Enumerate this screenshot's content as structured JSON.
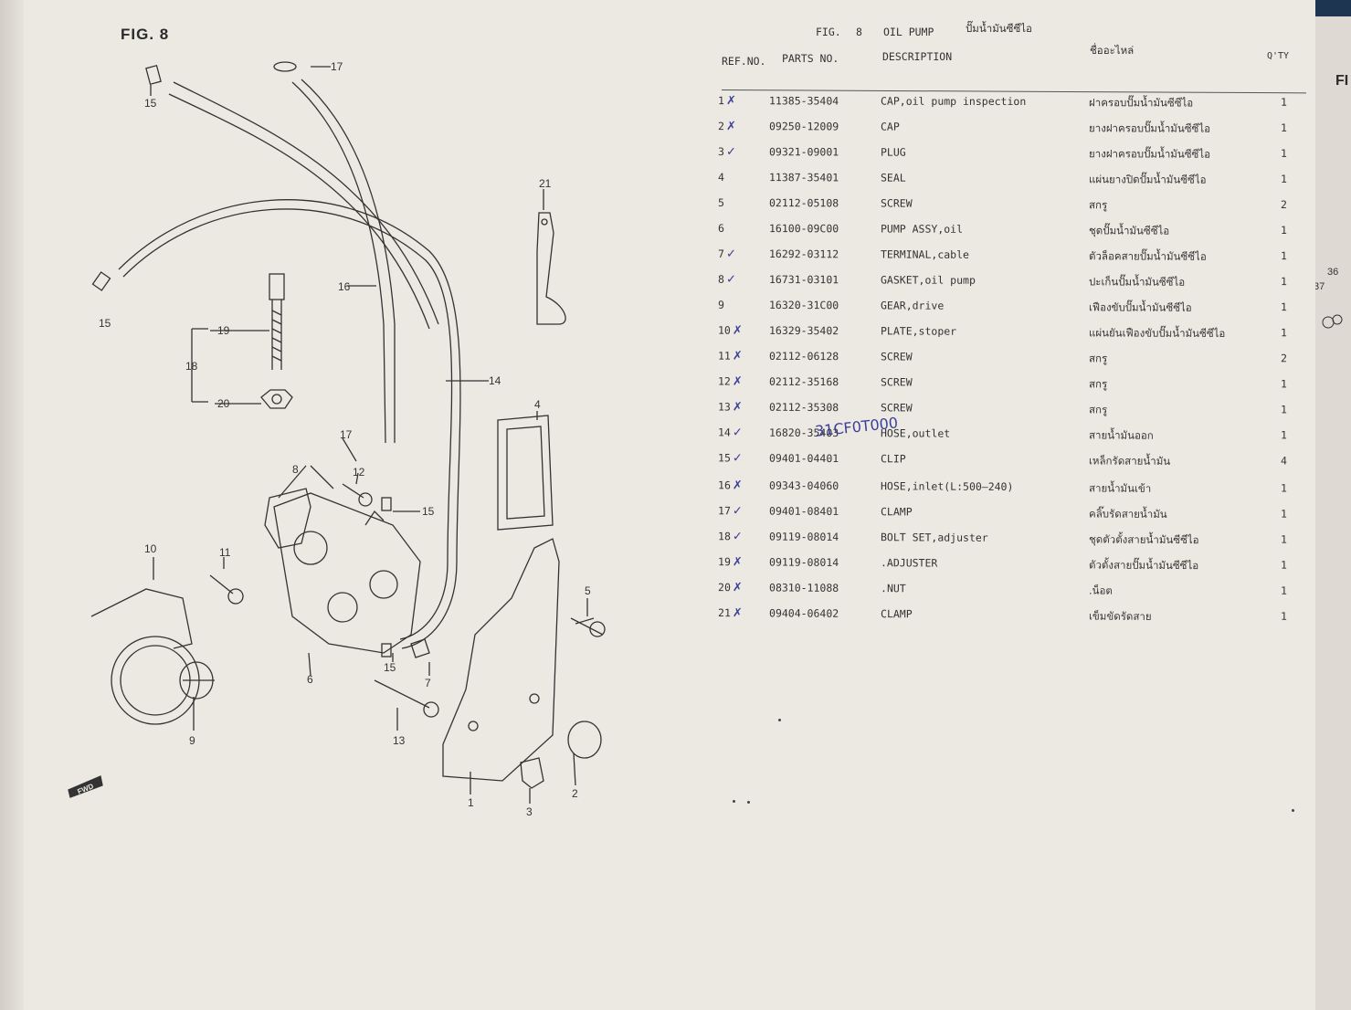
{
  "figure": {
    "label": "FIG. 8"
  },
  "header": {
    "fig": "FIG.",
    "fig_num": "8",
    "title": "OIL PUMP",
    "title_thai": "ปั๊มน้ำมันซีซีไอ",
    "col_ref": "REF.NO.",
    "col_parts": "PARTS NO.",
    "col_desc": "DESCRIPTION",
    "col_thai": "ชื่ออะไหล่",
    "col_qty": "Q'TY"
  },
  "handwritten_note": "31CF0T000",
  "parts": [
    {
      "ref": "1",
      "mark": "✗",
      "part_no": "11385-35404",
      "desc": "CAP,oil pump inspection",
      "thai": "ฝาครอบปั๊มน้ำมันซีซีไอ",
      "qty": "1"
    },
    {
      "ref": "2",
      "mark": "✗",
      "part_no": "09250-12009",
      "desc": "CAP",
      "thai": "ยางฝาครอบปั๊มน้ำมันซีซีไอ",
      "qty": "1"
    },
    {
      "ref": "3",
      "mark": "✓",
      "part_no": "09321-09001",
      "desc": "PLUG",
      "thai": "ยางฝาครอบปั๊มน้ำมันซีซีไอ",
      "qty": "1"
    },
    {
      "ref": "4",
      "mark": "",
      "part_no": "11387-35401",
      "desc": "SEAL",
      "thai": "แผ่นยางปิดปั๊มน้ำมันซีซีไอ",
      "qty": "1"
    },
    {
      "ref": "5",
      "mark": "",
      "part_no": "02112-05108",
      "desc": "SCREW",
      "thai": "สกรู",
      "qty": "2"
    },
    {
      "ref": "6",
      "mark": "",
      "part_no": "16100-09C00",
      "desc": "PUMP ASSY,oil",
      "thai": "ชุดปั๊มน้ำมันซีซีไอ",
      "qty": "1"
    },
    {
      "ref": "7",
      "mark": "✓",
      "part_no": "16292-03112",
      "desc": "TERMINAL,cable",
      "thai": "ตัวล็อคสายปั๊มน้ำมันซีซีไอ",
      "qty": "1"
    },
    {
      "ref": "8",
      "mark": "✓",
      "part_no": "16731-03101",
      "desc": "GASKET,oil pump",
      "thai": "ปะเก็นปั๊มน้ำมันซีซีไอ",
      "qty": "1"
    },
    {
      "ref": "9",
      "mark": "",
      "part_no": "16320-31C00",
      "desc": "GEAR,drive",
      "thai": "เฟืองขับปั๊มน้ำมันซีซีไอ",
      "qty": "1"
    },
    {
      "ref": "10",
      "mark": "✗",
      "part_no": "16329-35402",
      "desc": "PLATE,stoper",
      "thai": "แผ่นยันเฟืองขับปั๊มน้ำมันซีซีไอ",
      "qty": "1"
    },
    {
      "ref": "11",
      "mark": "✗",
      "part_no": "02112-06128",
      "desc": "SCREW",
      "thai": "สกรู",
      "qty": "2"
    },
    {
      "ref": "12",
      "mark": "✗",
      "part_no": "02112-35168",
      "desc": "SCREW",
      "thai": "สกรู",
      "qty": "1"
    },
    {
      "ref": "13",
      "mark": "✗",
      "part_no": "02112-35308",
      "desc": "SCREW",
      "thai": "สกรู",
      "qty": "1"
    },
    {
      "ref": "14",
      "mark": "✓",
      "part_no": "16820-35403",
      "desc": "HOSE,outlet",
      "thai": "สายน้ำมันออก",
      "qty": "1"
    },
    {
      "ref": "15",
      "mark": "✓",
      "part_no": "09401-04401",
      "desc": "CLIP",
      "thai": "เหล็กรัดสายน้ำมัน",
      "qty": "4"
    },
    {
      "ref": "16",
      "mark": "✗",
      "part_no": "09343-04060",
      "desc": "HOSE,inlet(L:500—240)",
      "thai": "สายน้ำมันเข้า",
      "qty": "1"
    },
    {
      "ref": "17",
      "mark": "✓",
      "part_no": "09401-08401",
      "desc": "CLAMP",
      "thai": "คลิ๊บรัดสายน้ำมัน",
      "qty": "1"
    },
    {
      "ref": "18",
      "mark": "✓",
      "part_no": "09119-08014",
      "desc": "BOLT SET,adjuster",
      "thai": "ชุดตัวตั้งสายน้ำมันซีซีไอ",
      "qty": "1"
    },
    {
      "ref": "19",
      "mark": "✗",
      "part_no": "09119-08014",
      "desc": ".ADJUSTER",
      "thai": "ตัวตั้งสายปั๊มน้ำมันซีซีไอ",
      "qty": "1"
    },
    {
      "ref": "20",
      "mark": "✗",
      "part_no": "08310-11088",
      "desc": ".NUT",
      "thai": ".น็อต",
      "qty": "1"
    },
    {
      "ref": "21",
      "mark": "✗",
      "part_no": "09404-06402",
      "desc": "CLAMP",
      "thai": "เข็มขัดรัดสาย",
      "qty": "1"
    }
  ],
  "callouts": [
    "1",
    "2",
    "3",
    "4",
    "5",
    "6",
    "7",
    "8",
    "9",
    "10",
    "11",
    "12",
    "13",
    "14",
    "15",
    "15",
    "15",
    "15",
    "16",
    "17",
    "17",
    "18",
    "19",
    "20",
    "21"
  ],
  "fwd_label": "FWD",
  "right_page": {
    "fig": "FI",
    "n36": "36",
    "n37": "37"
  }
}
